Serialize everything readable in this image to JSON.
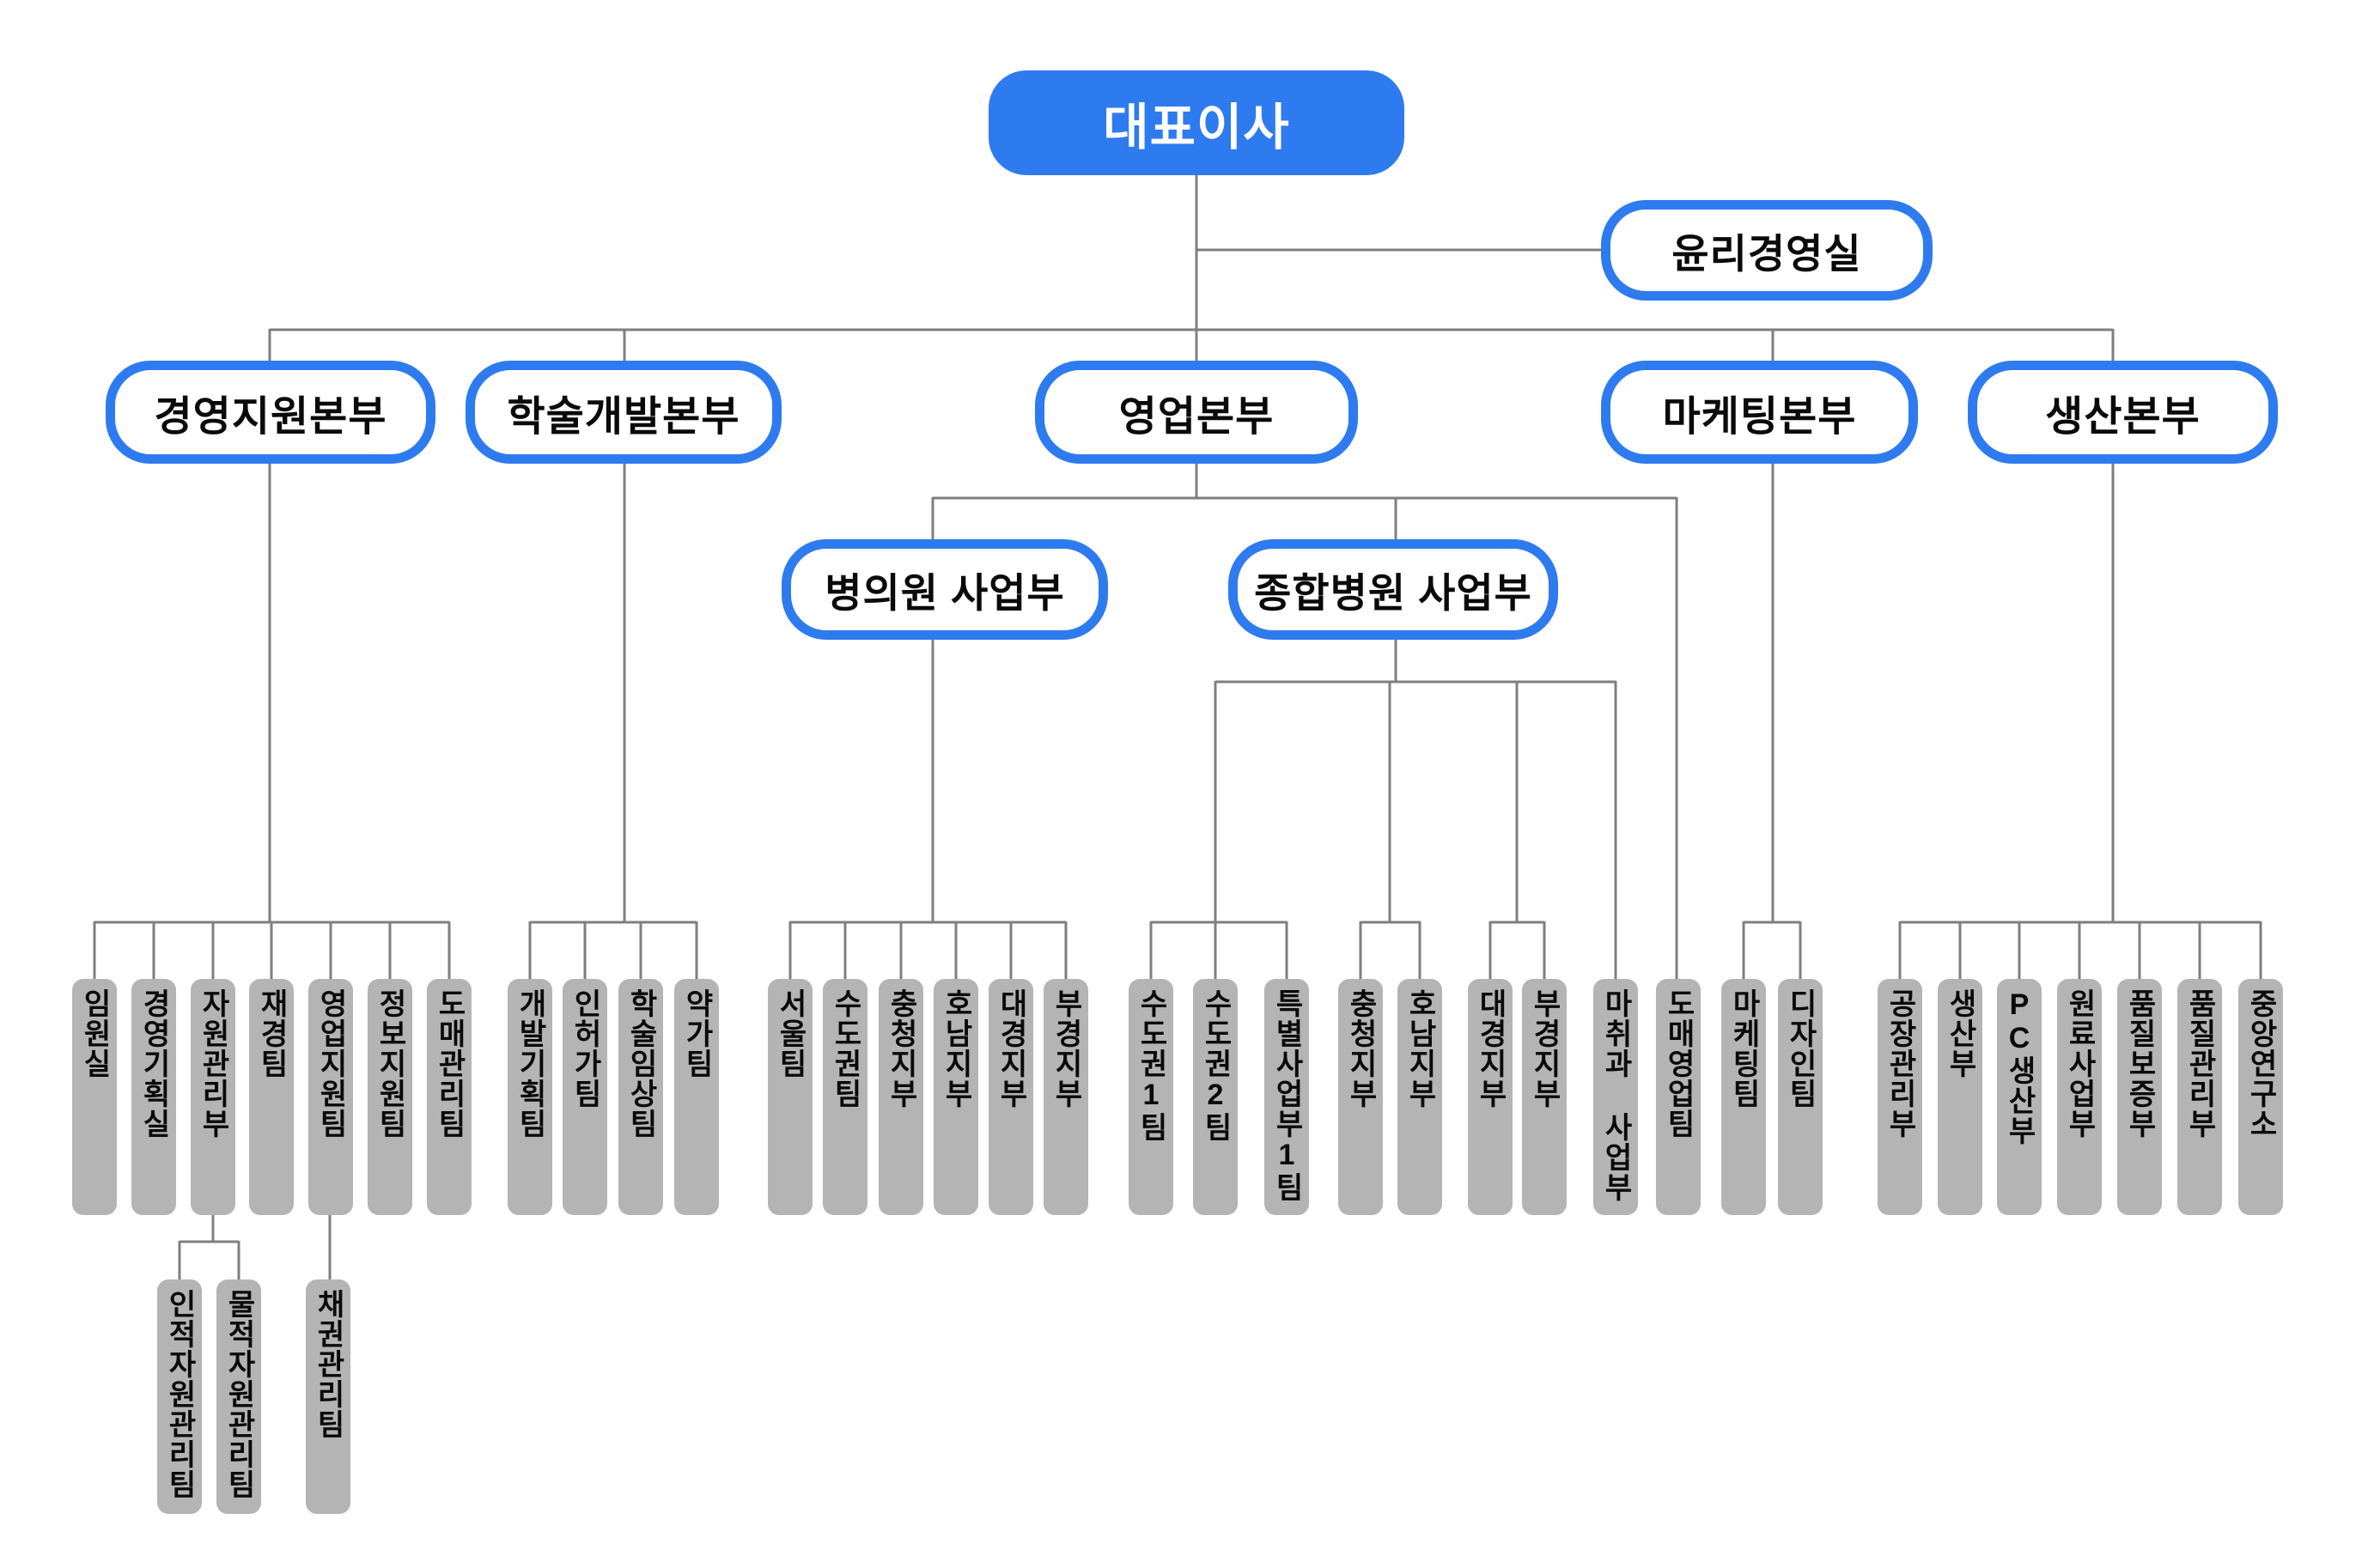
{
  "org": {
    "root": {
      "label": "대표이사"
    },
    "staff": {
      "label": "윤리경영실"
    },
    "divisions": [
      {
        "label": "경영지원본부"
      },
      {
        "label": "학술개발본부"
      },
      {
        "label": "영업본부"
      },
      {
        "label": "마케팅본부"
      },
      {
        "label": "생산본부"
      }
    ],
    "sales_subdivisions": [
      {
        "label": "병의원 사업부"
      },
      {
        "label": "종합병원 사업부"
      }
    ],
    "teams": {
      "support": [
        "임원실",
        "경영기획실",
        "자원관리부",
        "재경팀",
        "영업지원팀",
        "정보지원팀",
        "도매관리팀"
      ],
      "academic": [
        "개발기획팀",
        "인허가팀",
        "학술임상팀",
        "약가팀"
      ],
      "clinic_sales": [
        "서울팀",
        "수도권팀",
        "충청지부",
        "호남지부",
        "대경지부",
        "부경지부"
      ],
      "hospital_sales": [
        "수도권1팀",
        "수도권2팀",
        "특별사업부1팀",
        "충청지부",
        "호남지부",
        "대경지부",
        "부경지부",
        "마취과 사업부",
        "도매영업팀"
      ],
      "marketing": [
        "마케팅팀",
        "디자인팀"
      ],
      "production": [
        "공장관리부",
        "생산부",
        "PC생산부",
        "원료사업부",
        "품질보증부",
        "품질관리부",
        "중앙연구소"
      ],
      "resource_subteams": [
        "인적자원관리팀",
        "물적자원관리팀"
      ],
      "sales_support_subteams": [
        "채권관리팀"
      ]
    }
  },
  "colors": {
    "accent_blue": "#2e7bf0",
    "leaf_gray": "#b4b4b4",
    "line_gray": "#7f7f7f",
    "text_black": "#0a0a0a",
    "ceo_text": "#ffffff"
  }
}
